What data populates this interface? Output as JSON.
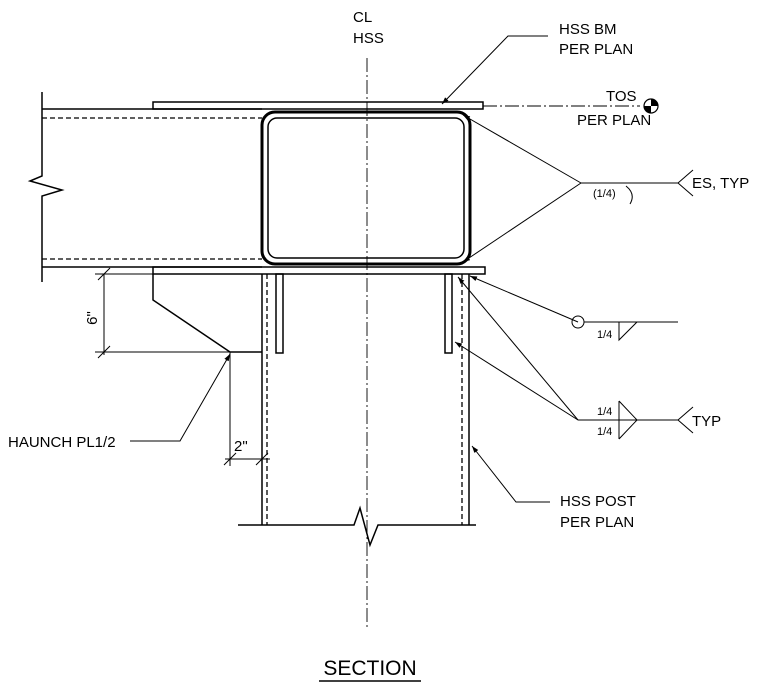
{
  "labels": {
    "cl": "CL",
    "cl_hss": "HSS",
    "hss_bm_1": "HSS BM",
    "hss_bm_2": "PER PLAN",
    "tos_1": "TOS",
    "tos_2": "PER PLAN",
    "es_typ": "ES, TYP",
    "weld_quarter_paren": "(1/4)",
    "weld_quarter_a": "1/4",
    "weld_quarter_b": "1/4",
    "weld_quarter_c": "1/4",
    "typ": "TYP",
    "dim_6": "6\"",
    "dim_2": "2\"",
    "haunch": "HAUNCH PL1/2",
    "hss_post_1": "HSS POST",
    "hss_post_2": "PER PLAN",
    "title": "SECTION"
  },
  "colors": {
    "line": "#000000",
    "background": "#ffffff"
  }
}
